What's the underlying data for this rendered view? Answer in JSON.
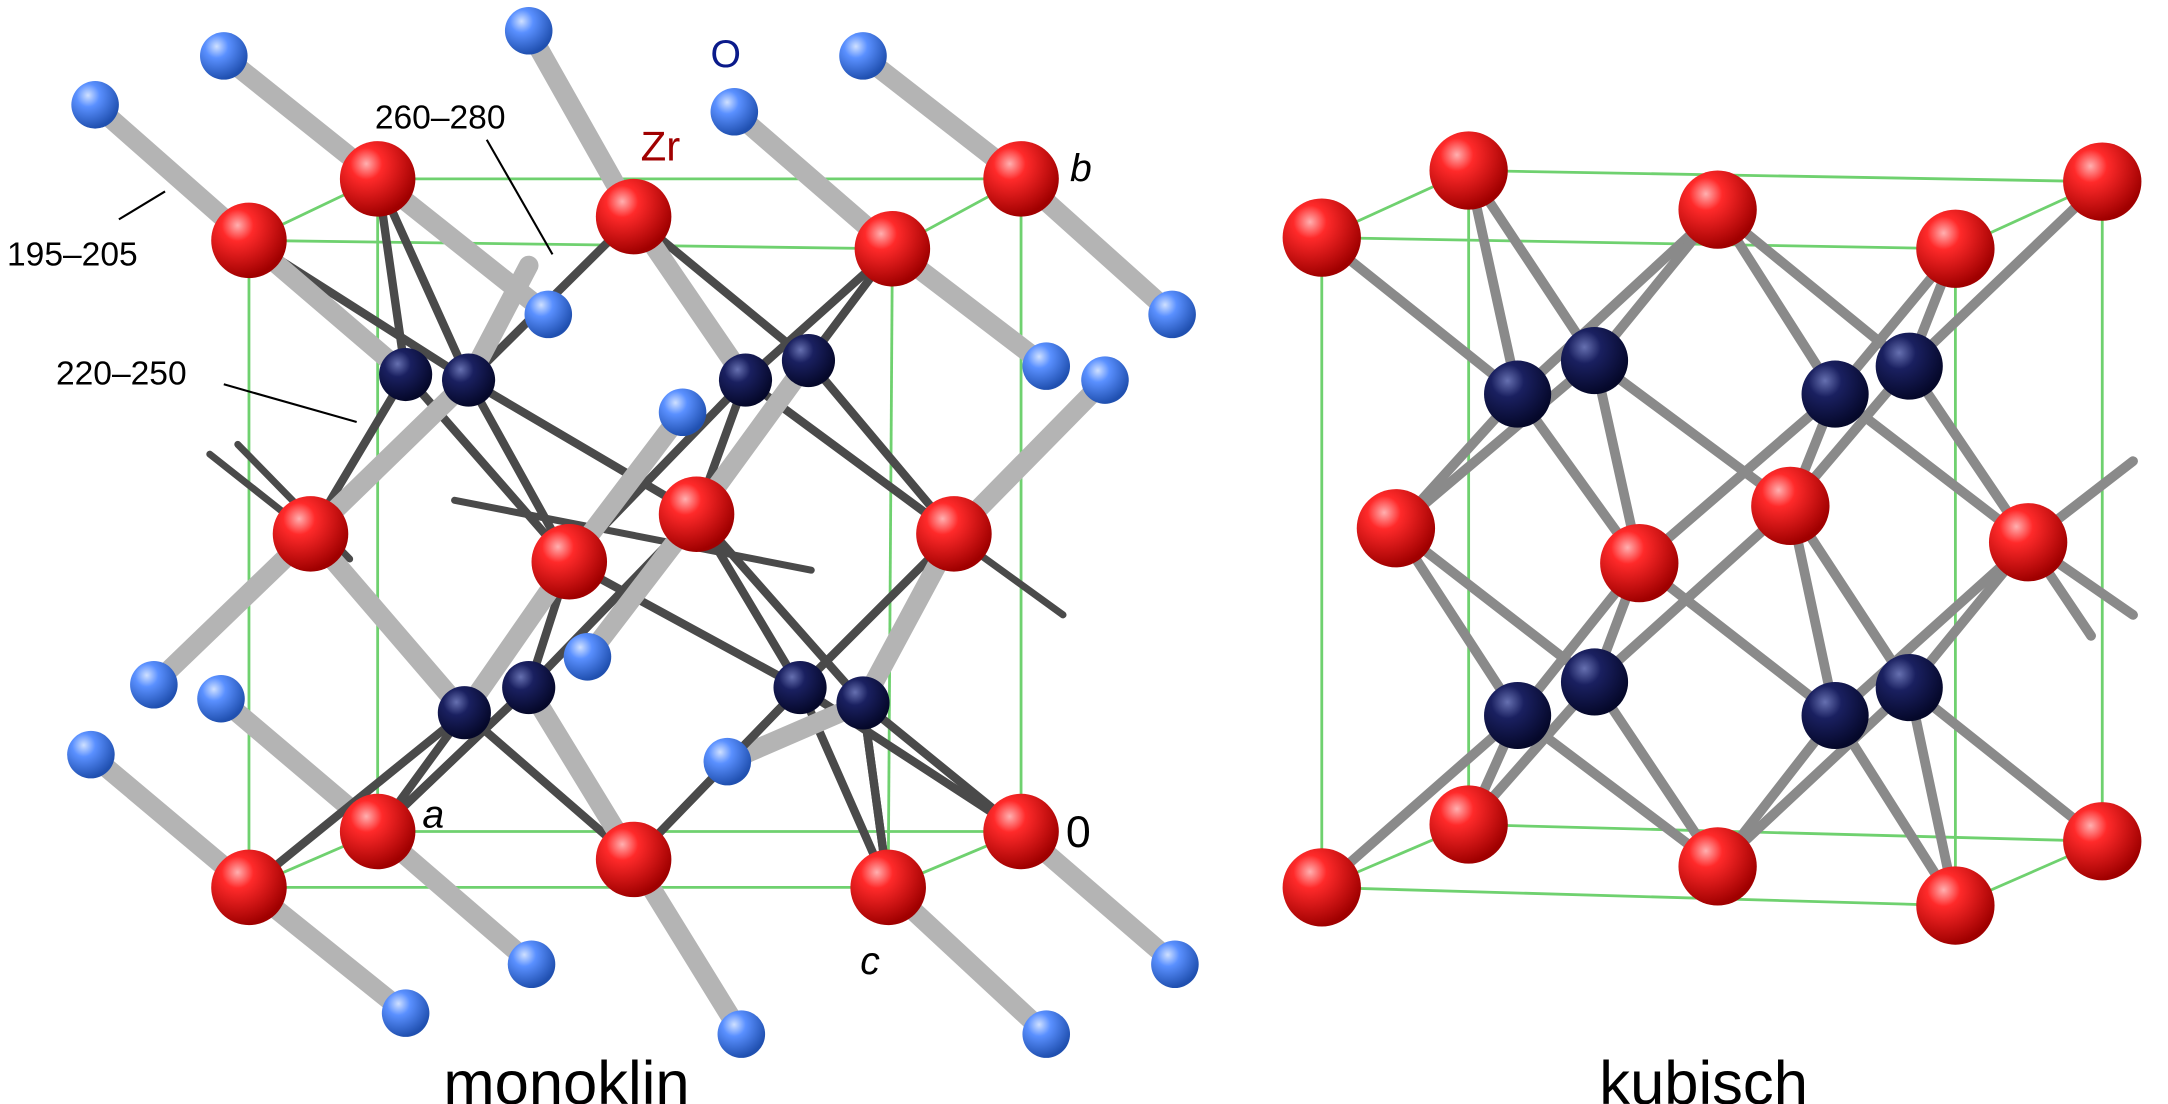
{
  "labels": {
    "oxygen": "O",
    "zirconium": "Zr",
    "dist_260_280": "260–280",
    "dist_195_205": "195–205",
    "dist_220_250": "220–250",
    "axis_a": "a",
    "axis_b": "b",
    "axis_c": "c",
    "origin": "0"
  },
  "captions": {
    "left": "monoklin",
    "right": "kubisch"
  },
  "colors": {
    "zr": "#ee1111",
    "o_dark": "#141a55",
    "o_light": "#4a80f0",
    "bond_thick": "#b4b4b4",
    "bond_thin": "#4a4a4a",
    "cell": "#6fd16f",
    "zr_label": "#a00000",
    "o_label": "#0a1a8a"
  }
}
